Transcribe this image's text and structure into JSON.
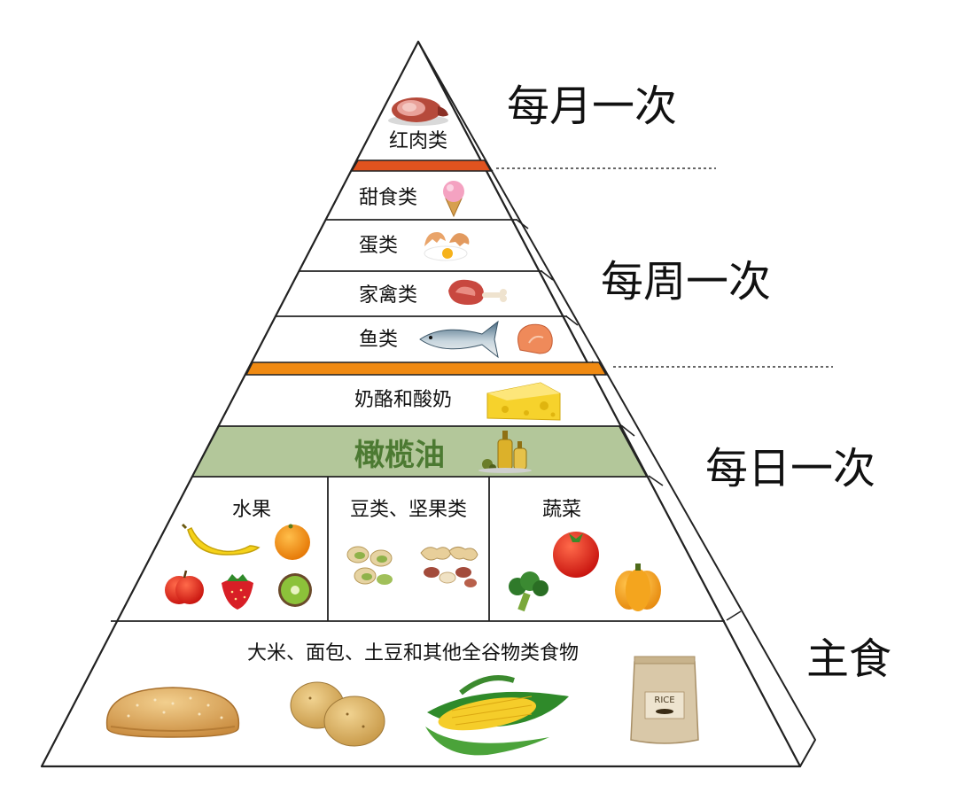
{
  "frequency_labels": {
    "monthly": "每月一次",
    "weekly": "每周一次",
    "daily": "每日一次",
    "staple": "主食"
  },
  "tiers": {
    "red_meat": "红肉类",
    "sweets": "甜食类",
    "eggs": "蛋类",
    "poultry": "家禽类",
    "fish": "鱼类",
    "cheese_yogurt": "奶酪和酸奶",
    "olive_oil": "橄榄油",
    "fruit": "水果",
    "beans_nuts": "豆类、坚果类",
    "vegetables": "蔬菜",
    "grains": "大米、面包、土豆和其他全谷物类食物"
  },
  "rice_bag_text": "RICE",
  "colors": {
    "divider_top": "#e0531f",
    "divider_mid": "#f08a12",
    "olive_band": "#b3c79a",
    "olive_text": "#4c7a32"
  },
  "icons": {
    "red_meat": "ham-icon",
    "sweets": "ice-cream-icon",
    "eggs": "cracked-egg-icon",
    "poultry": "drumstick-icon",
    "fish": "fish-icon",
    "cheese": "cheese-icon",
    "olive_oil": "oil-bottles-icon",
    "fruit": [
      "banana-icon",
      "orange-icon",
      "apple-icon",
      "strawberry-icon",
      "kiwi-icon"
    ],
    "beans_nuts": [
      "pistachio-icon",
      "peanut-icon"
    ],
    "vegetables": [
      "tomato-icon",
      "broccoli-icon",
      "pumpkin-icon"
    ],
    "grains": [
      "bread-icon",
      "potato-icon",
      "corn-icon",
      "rice-bag-icon"
    ]
  }
}
